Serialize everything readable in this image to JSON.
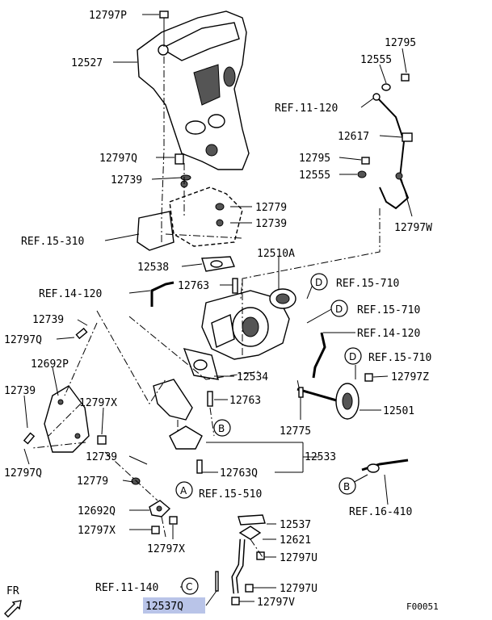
{
  "labels": {
    "l_12797P": "12797P",
    "l_12527": "12527",
    "l_12795_top": "12795",
    "l_12555_top": "12555",
    "l_ref11_120": "REF.11-120",
    "l_12617": "12617",
    "l_12797Q_a": "12797Q",
    "l_12795_mid": "12795",
    "l_12739_a": "12739",
    "l_12555_mid": "12555",
    "l_12779_a": "12779",
    "l_12739_b": "12739",
    "l_12797W": "12797W",
    "l_ref15_310": "REF.15-310",
    "l_12510A": "12510A",
    "l_12538": "12538",
    "l_ref14_120_a": "REF.14-120",
    "l_12763_a": "12763",
    "l_ref15_710_a": "REF.15-710",
    "l_ref15_710_b": "REF.15-710",
    "l_12739_c": "12739",
    "l_ref14_120_b": "REF.14-120",
    "l_12797Q_b": "12797Q",
    "l_12692P": "12692P",
    "l_ref15_710_c": "REF.15-710",
    "l_12797Z": "12797Z",
    "l_12534": "12534",
    "l_12739_d": "12739",
    "l_12763_b": "12763",
    "l_12797X_a": "12797X",
    "l_12501": "12501",
    "l_12775": "12775",
    "l_12797Q_c": "12797Q",
    "l_12739_e": "12739",
    "l_12533": "12533",
    "l_12763Q": "12763Q",
    "l_12779_b": "12779",
    "l_ref15_510": "REF.15-510",
    "l_12692Q": "12692Q",
    "l_12537": "12537",
    "l_ref16_410": "REF.16-410",
    "l_12797X_b": "12797X",
    "l_12621": "12621",
    "l_12797X_c": "12797X",
    "l_12797U_a": "12797U",
    "l_ref11_140": "REF.11-140",
    "l_12797U_b": "12797U",
    "l_12537Q": "12537Q",
    "l_12797V": "12797V",
    "l_fr": "FR",
    "l_fig": "F00051"
  },
  "callouts": {
    "A": "A",
    "B": "B",
    "C": "C",
    "D": "D"
  },
  "highlight": {
    "part": "12537Q",
    "color": "#b9c4e8"
  }
}
